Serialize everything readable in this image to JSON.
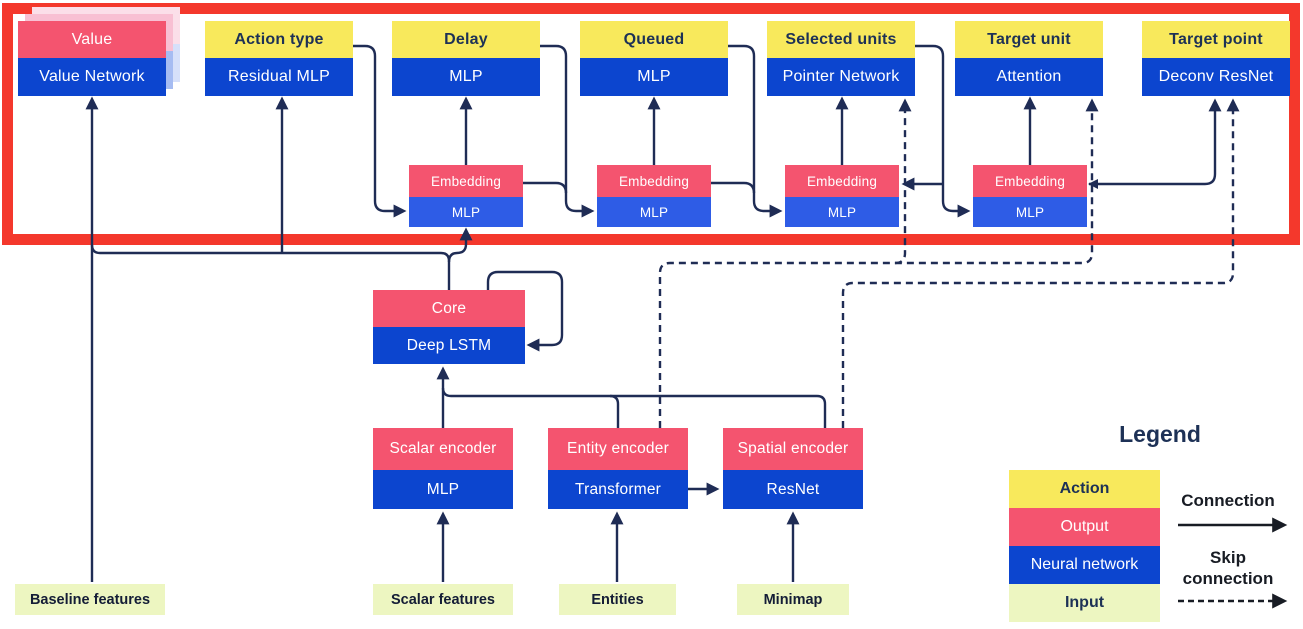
{
  "diagram": {
    "heads": [
      {
        "id": "value",
        "action": "Value",
        "network": "Value Network",
        "header_type": "output"
      },
      {
        "id": "action_type",
        "action": "Action type",
        "network": "Residual MLP",
        "header_type": "action"
      },
      {
        "id": "delay",
        "action": "Delay",
        "network": "MLP",
        "header_type": "action"
      },
      {
        "id": "queued",
        "action": "Queued",
        "network": "MLP",
        "header_type": "action"
      },
      {
        "id": "selected_units",
        "action": "Selected units",
        "network": "Pointer Network",
        "header_type": "action"
      },
      {
        "id": "target_unit",
        "action": "Target unit",
        "network": "Attention",
        "header_type": "action"
      },
      {
        "id": "target_point",
        "action": "Target point",
        "network": "Deconv ResNet",
        "header_type": "action"
      }
    ],
    "embeddings": [
      {
        "id": "embedding_1",
        "top": "Embedding",
        "bottom": "MLP"
      },
      {
        "id": "embedding_2",
        "top": "Embedding",
        "bottom": "MLP"
      },
      {
        "id": "embedding_3",
        "top": "Embedding",
        "bottom": "MLP"
      },
      {
        "id": "embedding_4",
        "top": "Embedding",
        "bottom": "MLP"
      }
    ],
    "core": {
      "top": "Core",
      "bottom": "Deep LSTM"
    },
    "encoders": [
      {
        "id": "scalar_encoder",
        "top": "Scalar encoder",
        "bottom": "MLP"
      },
      {
        "id": "entity_encoder",
        "top": "Entity encoder",
        "bottom": "Transformer"
      },
      {
        "id": "spatial_encoder",
        "top": "Spatial encoder",
        "bottom": "ResNet"
      }
    ],
    "inputs": [
      {
        "id": "baseline_features",
        "label": "Baseline features"
      },
      {
        "id": "scalar_features",
        "label": "Scalar features"
      },
      {
        "id": "entities",
        "label": "Entities"
      },
      {
        "id": "minimap",
        "label": "Minimap"
      }
    ],
    "connections": [
      {
        "from": "baseline_features",
        "to": "value_network",
        "type": "solid"
      },
      {
        "from": "core",
        "to": "value_network",
        "type": "solid"
      },
      {
        "from": "core",
        "to": "residual_mlp",
        "type": "solid"
      },
      {
        "from": "core",
        "to": "embedding_1",
        "type": "solid"
      },
      {
        "from": "action_type",
        "to": "embedding_1",
        "type": "solid"
      },
      {
        "from": "embedding_1",
        "to": "delay_mlp",
        "type": "solid"
      },
      {
        "from": "delay",
        "to": "embedding_2",
        "type": "solid"
      },
      {
        "from": "embedding_1",
        "to": "embedding_2",
        "type": "solid"
      },
      {
        "from": "embedding_2",
        "to": "queued_mlp",
        "type": "solid"
      },
      {
        "from": "queued",
        "to": "embedding_3",
        "type": "solid"
      },
      {
        "from": "embedding_2",
        "to": "embedding_3",
        "type": "solid"
      },
      {
        "from": "embedding_3",
        "to": "pointer_network",
        "type": "solid"
      },
      {
        "from": "selected_units",
        "to": "embedding_3",
        "type": "solid"
      },
      {
        "from": "selected_units",
        "to": "embedding_4",
        "type": "solid"
      },
      {
        "from": "embedding_4",
        "to": "attention",
        "type": "solid"
      },
      {
        "from": "embedding_4",
        "to": "deconv_resnet",
        "type": "solid"
      },
      {
        "from": "scalar_features",
        "to": "scalar_encoder",
        "type": "solid"
      },
      {
        "from": "entities",
        "to": "entity_encoder",
        "type": "solid"
      },
      {
        "from": "minimap",
        "to": "spatial_encoder",
        "type": "solid"
      },
      {
        "from": "scalar_encoder",
        "to": "core",
        "type": "solid"
      },
      {
        "from": "entity_encoder",
        "to": "core",
        "type": "solid"
      },
      {
        "from": "spatial_encoder",
        "to": "core",
        "type": "solid"
      },
      {
        "from": "entity_encoder",
        "to": "spatial_encoder",
        "type": "solid"
      },
      {
        "from": "core",
        "to": "core",
        "type": "solid-loop"
      },
      {
        "from": "entity_encoder",
        "to": "pointer_network",
        "type": "dashed"
      },
      {
        "from": "entity_encoder",
        "to": "attention",
        "type": "dashed"
      },
      {
        "from": "spatial_encoder",
        "to": "deconv_resnet",
        "type": "dashed"
      }
    ]
  },
  "legend": {
    "title": "Legend",
    "items": [
      {
        "label": "Action",
        "color": "#f8e95c"
      },
      {
        "label": "Output",
        "color": "#f4546f"
      },
      {
        "label": "Neural network",
        "color": "#0c45cf"
      },
      {
        "label": "Input",
        "color": "#edf6c1"
      }
    ],
    "connection_label": "Connection",
    "skip_connection_label": "Skip connection"
  },
  "colors": {
    "action_yellow": "#f8e95c",
    "output_pink": "#f4546f",
    "network_blue": "#0c45cf",
    "embedding_mlp_blue": "#2e5ce6",
    "input_green": "#edf6c1",
    "connector_navy": "#1f2c55",
    "annotation_red": "#f4382c"
  }
}
